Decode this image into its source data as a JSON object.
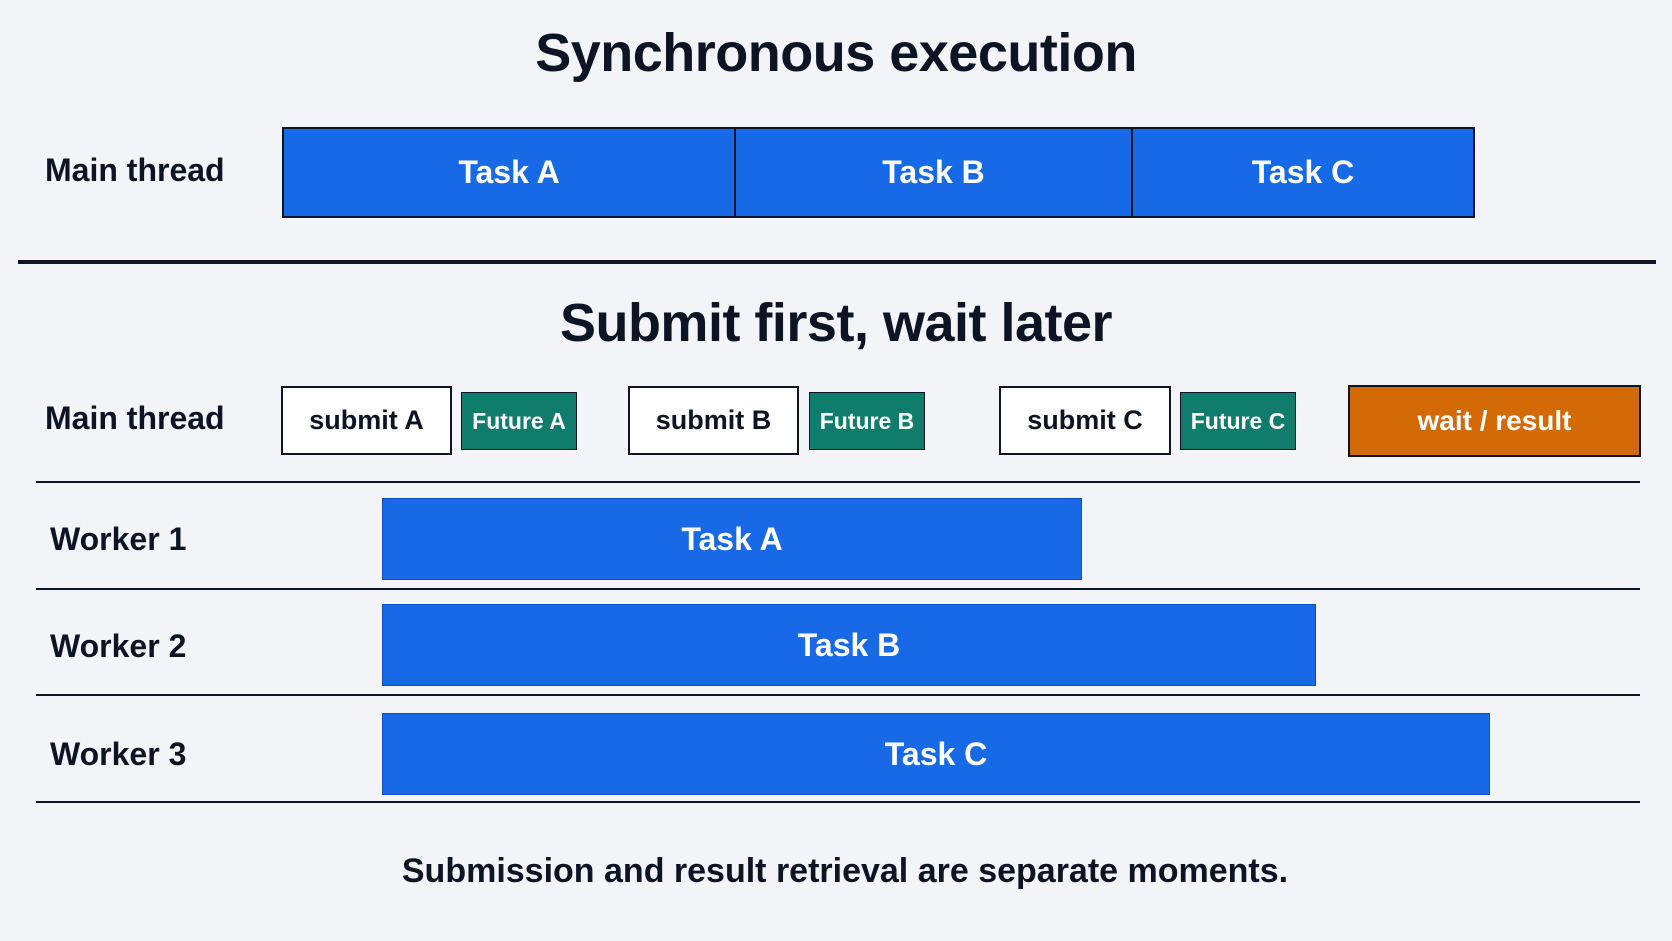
{
  "sync_section": {
    "title": "Synchronous execution",
    "row_label": "Main thread",
    "tasks": [
      "Task A",
      "Task B",
      "Task C"
    ]
  },
  "async_section": {
    "title": "Submit first, wait later",
    "main_row_label": "Main thread",
    "submits": [
      "submit A",
      "submit B",
      "submit C"
    ],
    "futures": [
      "Future A",
      "Future B",
      "Future C"
    ],
    "wait_label": "wait / result",
    "workers": [
      {
        "label": "Worker 1",
        "task": "Task A"
      },
      {
        "label": "Worker 2",
        "task": "Task B"
      },
      {
        "label": "Worker 3",
        "task": "Task C"
      }
    ]
  },
  "caption": "Submission and result retrieval are separate moments.",
  "colors": {
    "task_blue": "#1769e6",
    "future_teal": "#0f7c6c",
    "wait_orange": "#d46a06",
    "background": "#f2f4f8"
  }
}
